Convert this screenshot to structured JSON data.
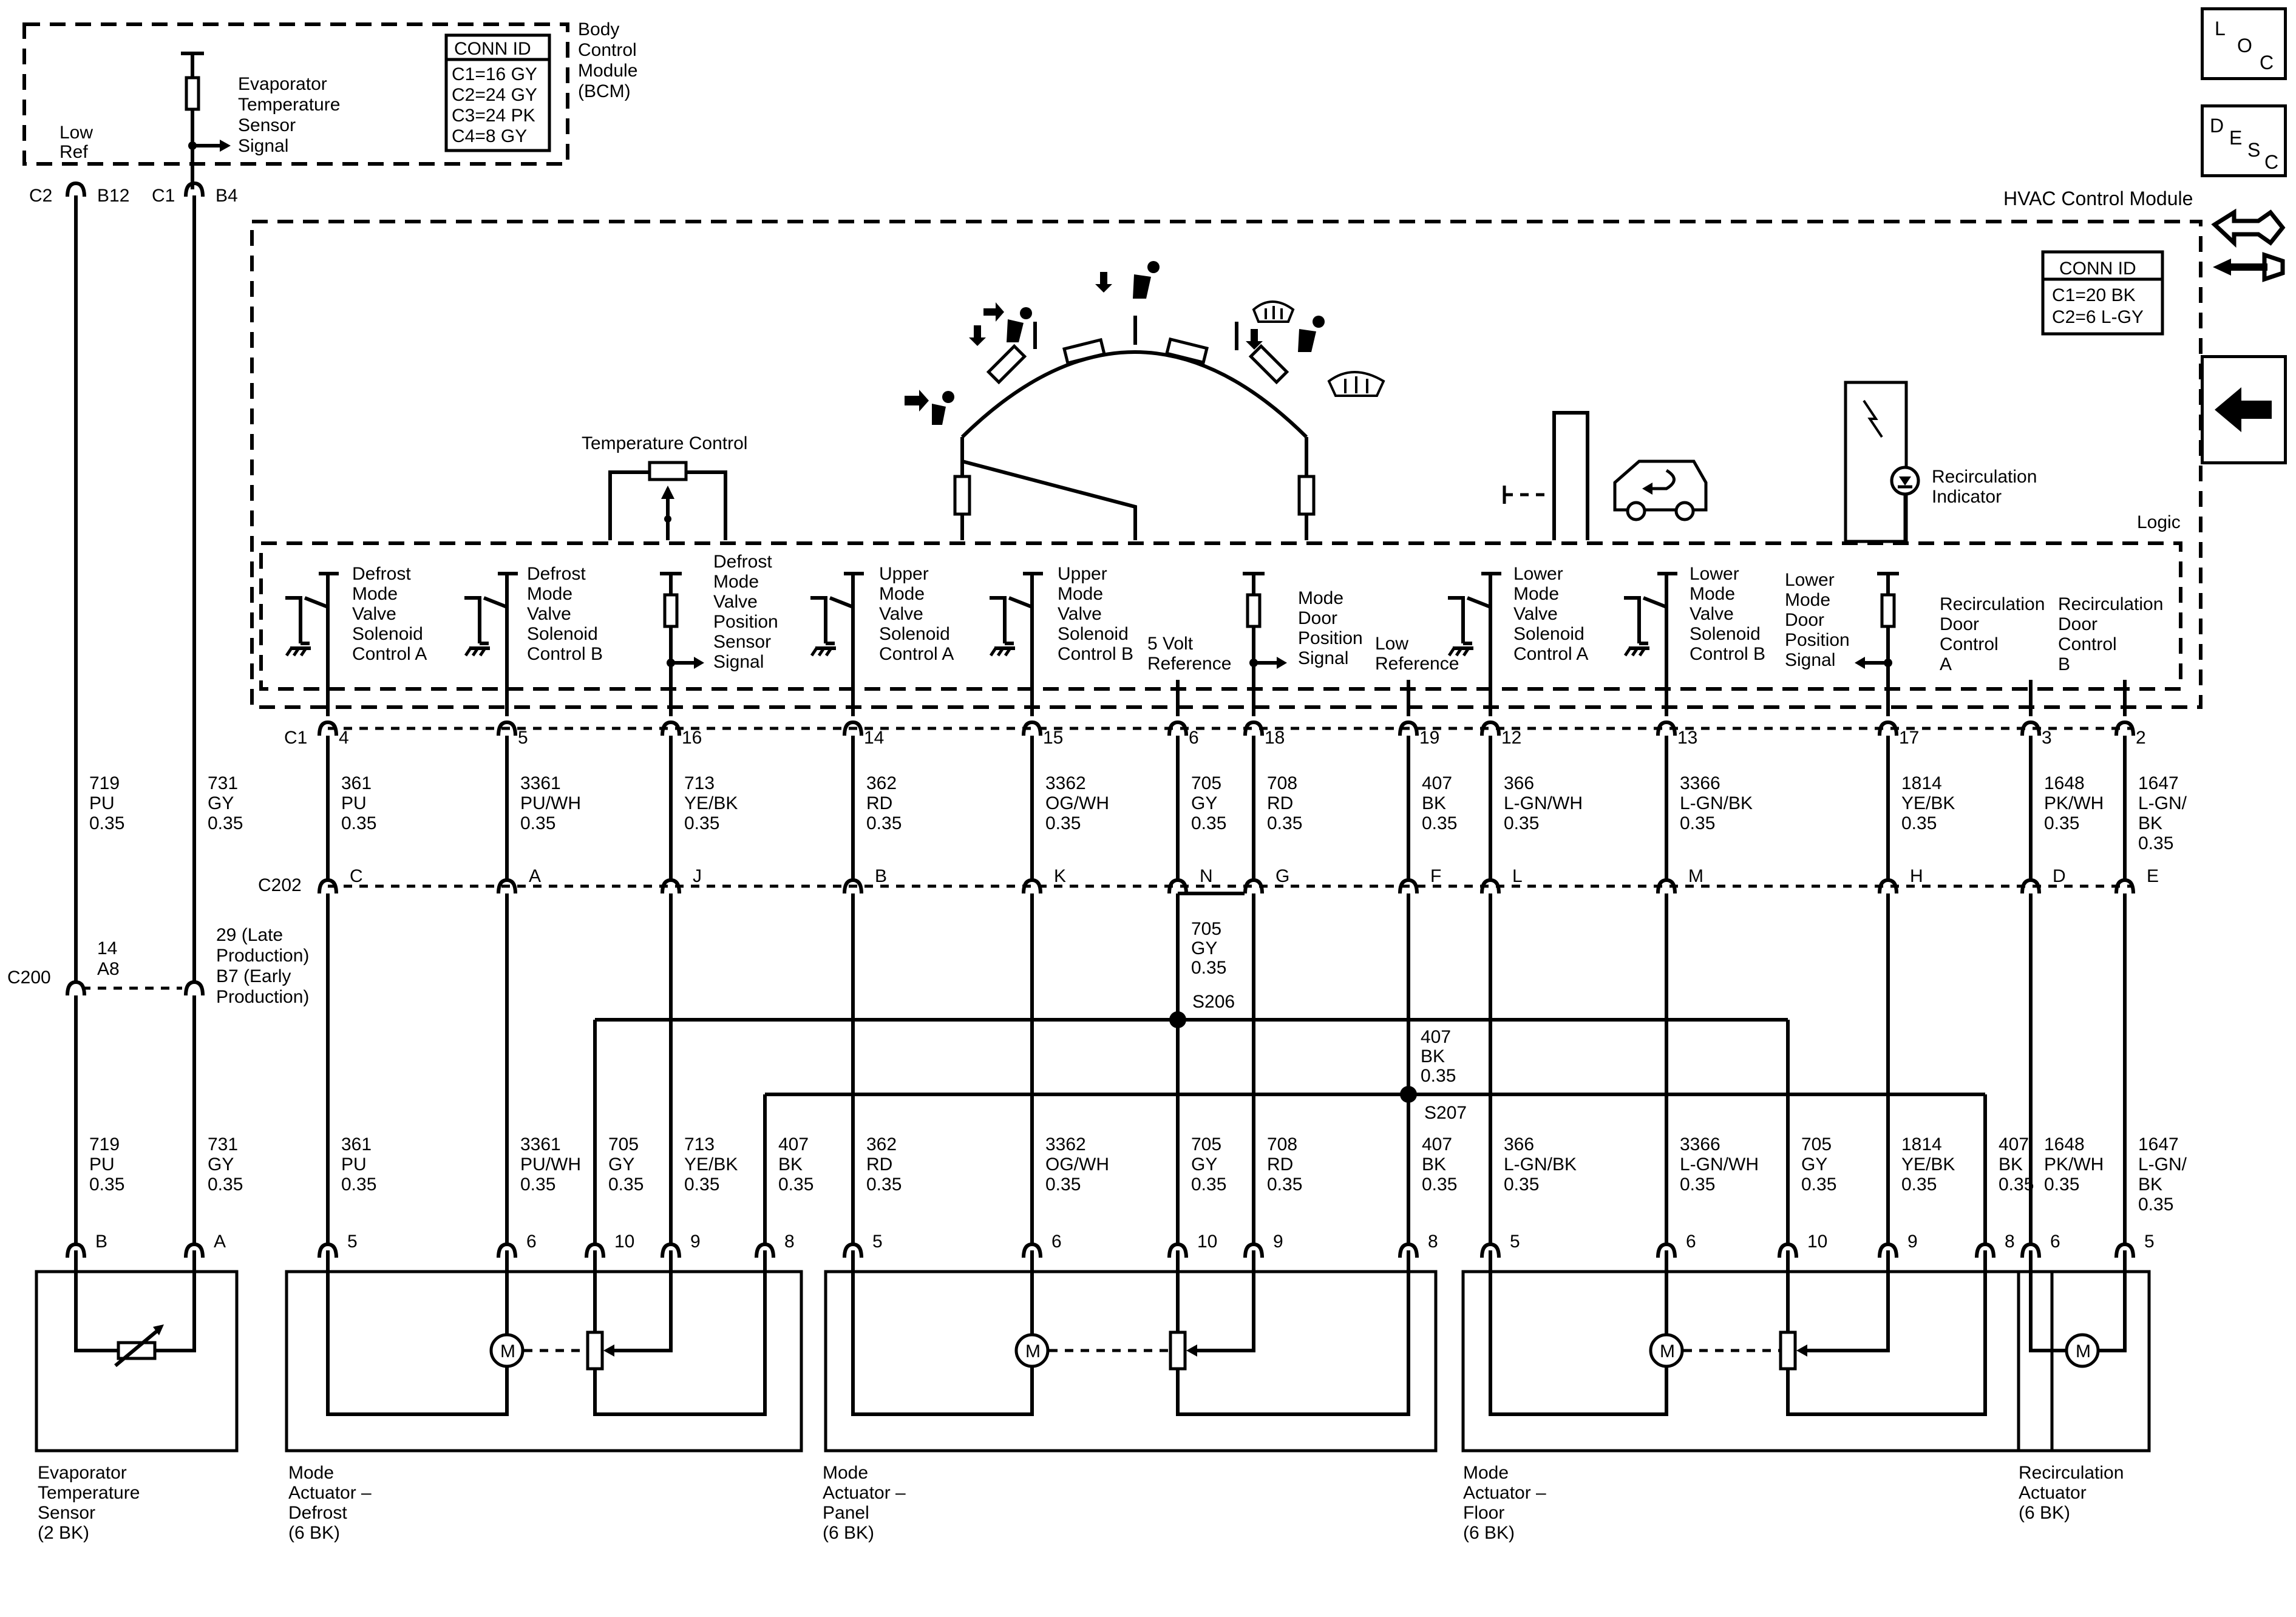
{
  "bcm": {
    "title_lines": [
      "Body",
      "Control",
      "Module",
      "(BCM)"
    ],
    "conn_title": "CONN ID",
    "conn_rows": [
      "C1=16 GY",
      "C2=24 GY",
      "C3=24 PK",
      "C4=8 GY"
    ],
    "evap_lines": [
      "Evaporator",
      "Temperature",
      "Sensor",
      "Signal"
    ],
    "low_ref_lines": [
      "Low",
      "Ref"
    ],
    "pins": [
      {
        "conn": "C2",
        "pin": "B12"
      },
      {
        "conn": "C1",
        "pin": "B4"
      }
    ]
  },
  "hvac": {
    "title": "HVAC Control Module",
    "conn_title": "CONN ID",
    "conn_rows": [
      "C1=20 BK",
      "C2=6 L-GY"
    ],
    "temp_control": "Temperature Control",
    "recirc_indicator": [
      "Recirculation",
      "Indicator"
    ],
    "logic": "Logic",
    "c1_label": "C1",
    "functions": [
      {
        "lines": [
          "Defrost",
          "Mode",
          "Valve",
          "Solenoid",
          "Control A"
        ]
      },
      {
        "lines": [
          "Defrost",
          "Mode",
          "Valve",
          "Solenoid",
          "Control B"
        ]
      },
      {
        "lines": [
          "Defrost",
          "Mode",
          "Valve",
          "Position",
          "Sensor",
          "Signal"
        ]
      },
      {
        "lines": [
          "Upper",
          "Mode",
          "Valve",
          "Solenoid",
          "Control A"
        ]
      },
      {
        "lines": [
          "Upper",
          "Mode",
          "Valve",
          "Solenoid",
          "Control B"
        ]
      },
      {
        "lines": [
          "5 Volt",
          "Reference"
        ]
      },
      {
        "lines": [
          "Mode",
          "Door",
          "Position",
          "Signal"
        ]
      },
      {
        "lines": [
          "Low",
          "Reference"
        ]
      },
      {
        "lines": [
          "Lower",
          "Mode",
          "Valve",
          "Solenoid",
          "Control A"
        ]
      },
      {
        "lines": [
          "Lower",
          "Mode",
          "Valve",
          "Solenoid",
          "Control B"
        ]
      },
      {
        "lines": [
          "Lower",
          "Mode",
          "Door",
          "Position",
          "Signal"
        ]
      },
      {
        "lines": [
          "Recirculation",
          "Door",
          "Control",
          "A"
        ]
      },
      {
        "lines": [
          "Recirculation",
          "Door",
          "Control",
          "B"
        ]
      }
    ]
  },
  "c1_pins": [
    "4",
    "5",
    "16",
    "14",
    "15",
    "6",
    "18",
    "19",
    "12",
    "13",
    "17",
    "3",
    "2"
  ],
  "upper_wires": [
    [
      "719",
      "PU",
      "0.35"
    ],
    [
      "731",
      "GY",
      "0.35"
    ],
    [
      "361",
      "PU",
      "0.35"
    ],
    [
      "3361",
      "PU/WH",
      "0.35"
    ],
    [
      "713",
      "YE/BK",
      "0.35"
    ],
    [
      "362",
      "RD",
      "0.35"
    ],
    [
      "3362",
      "OG/WH",
      "0.35"
    ],
    [
      "705",
      "GY",
      "0.35"
    ],
    [
      "708",
      "RD",
      "0.35"
    ],
    [
      "407",
      "BK",
      "0.35"
    ],
    [
      "366",
      "L-GN/WH",
      "0.35"
    ],
    [
      "3366",
      "L-GN/BK",
      "0.35"
    ],
    [
      "1814",
      "YE/BK",
      "0.35"
    ],
    [
      "1648",
      "PK/WH",
      "0.35"
    ],
    [
      "1647",
      "L-GN/",
      "BK",
      "0.35"
    ]
  ],
  "c202": {
    "label": "C202",
    "pins": [
      "C",
      "A",
      "J",
      "B",
      "K",
      "N",
      "G",
      "F",
      "L",
      "M",
      "H",
      "D",
      "E"
    ]
  },
  "c200": {
    "label": "C200",
    "left_pins": [
      "14",
      "A8"
    ],
    "right_pins": [
      "29 (Late",
      "Production)",
      "B7 (Early",
      "Production)"
    ]
  },
  "splices": {
    "s206": "S206",
    "s207": "S207",
    "s206_wire": [
      "705",
      "GY",
      "0.35"
    ],
    "s207_wire": [
      "407",
      "BK",
      "0.35"
    ]
  },
  "lower_wires": [
    [
      "719",
      "PU",
      "0.35"
    ],
    [
      "731",
      "GY",
      "0.35"
    ],
    [
      "361",
      "PU",
      "0.35"
    ],
    [
      "3361",
      "PU/WH",
      "0.35"
    ],
    [
      "705",
      "GY",
      "0.35"
    ],
    [
      "713",
      "YE/BK",
      "0.35"
    ],
    [
      "407",
      "BK",
      "0.35"
    ],
    [
      "362",
      "RD",
      "0.35"
    ],
    [
      "3362",
      "OG/WH",
      "0.35"
    ],
    [
      "705",
      "GY",
      "0.35"
    ],
    [
      "708",
      "RD",
      "0.35"
    ],
    [
      "407",
      "BK",
      "0.35"
    ],
    [
      "366",
      "L-GN/BK",
      "0.35"
    ],
    [
      "3366",
      "L-GN/WH",
      "0.35"
    ],
    [
      "705",
      "GY",
      "0.35"
    ],
    [
      "1814",
      "YE/BK",
      "0.35"
    ],
    [
      "407",
      "BK",
      "0.35"
    ],
    [
      "1648",
      "PK/WH",
      "0.35"
    ],
    [
      "1647",
      "L-GN/",
      "BK",
      "0.35"
    ]
  ],
  "component_pins": [
    "B",
    "A",
    "5",
    "6",
    "10",
    "9",
    "8",
    "5",
    "6",
    "10",
    "9",
    "8",
    "5",
    "6",
    "10",
    "9",
    "8",
    "6",
    "5"
  ],
  "components": [
    {
      "lines": [
        "Evaporator",
        "Temperature",
        "Sensor",
        "(2 BK)"
      ]
    },
    {
      "lines": [
        "Mode",
        "Actuator –",
        "Defrost",
        "(6 BK)"
      ]
    },
    {
      "lines": [
        "Mode",
        "Actuator –",
        "Panel",
        "(6 BK)"
      ]
    },
    {
      "lines": [
        "Mode",
        "Actuator –",
        "Floor",
        "(6 BK)"
      ]
    },
    {
      "lines": [
        "Recirculation",
        "Actuator",
        "(6 BK)"
      ]
    }
  ],
  "motor_label": "M",
  "nav": {
    "loc": [
      "L",
      "O",
      "C"
    ],
    "desc": [
      "D",
      "E",
      "S",
      "C"
    ],
    "back_icon": "left-arrow-icon",
    "connector_icon": "harness-connector-icon"
  }
}
